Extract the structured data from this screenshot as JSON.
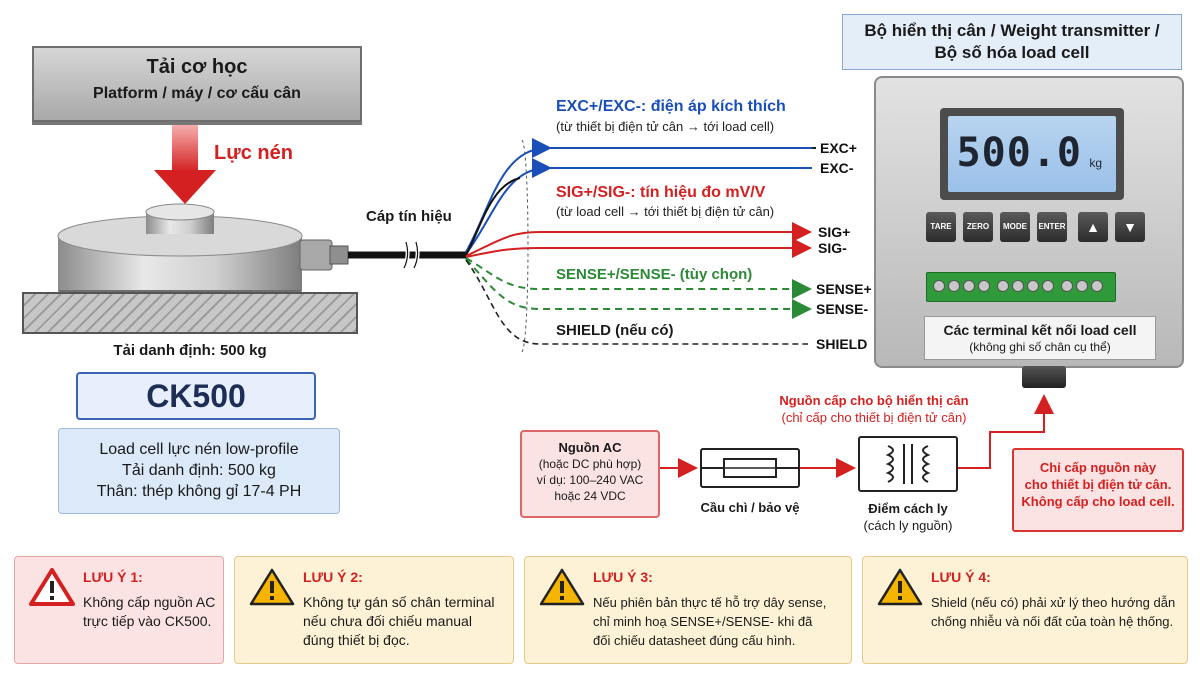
{
  "load": {
    "title": "Tải cơ học",
    "subtitle": "Platform / máy / cơ cấu cân",
    "force_label": "Lực nén",
    "rated_text": "Tải danh định: 500 kg"
  },
  "loadcell": {
    "model": "CK500",
    "desc_lines": [
      "Load cell lực nén low-profile",
      "Tải danh định: 500 kg",
      "Thân: thép không gỉ 17-4 PH"
    ]
  },
  "cable": {
    "label": "Cáp tín hiệu"
  },
  "signals": {
    "exc": {
      "title": "EXC+/EXC-: điện áp kích thích",
      "sub": "(từ thiết bị điện tử cân → tới load cell)",
      "pins": [
        "EXC+",
        "EXC-"
      ],
      "color": "#1a4fb8"
    },
    "sig": {
      "title": "SIG+/SIG-: tín hiệu đo mV/V",
      "sub": "(từ load cell → tới thiết bị điện tử cân)",
      "pins": [
        "SIG+",
        "SIG-"
      ],
      "color": "#d42020"
    },
    "sense": {
      "title": "SENSE+/SENSE- (tùy chọn)",
      "pins": [
        "SENSE+",
        "SENSE-"
      ],
      "color": "#2a8a36"
    },
    "shield": {
      "title": "SHIELD (nếu có)",
      "pin": "SHIELD",
      "color": "#222222"
    }
  },
  "device": {
    "title_line1": "Bộ hiển thị cân / Weight transmitter /",
    "title_line2": "Bộ số hóa load cell",
    "display_value": "500.0",
    "display_unit": "kg",
    "buttons": [
      "TARE",
      "ZERO",
      "MODE",
      "ENTER",
      "▲",
      "▼"
    ],
    "terminal_title": "Các terminal kết nối load cell",
    "terminal_sub": "(không ghi số chân cụ thể)"
  },
  "power": {
    "label_bold": "Nguồn cấp cho bộ hiển thị cân",
    "label_sub": "(chỉ cấp cho thiết bị điện tử cân)",
    "ac_title": "Nguồn AC",
    "ac_lines": [
      "(hoặc DC phù hợp)",
      "ví dụ: 100–240 VAC",
      "hoặc 24 VDC"
    ],
    "fuse_label": "Cầu chì / bảo vệ",
    "iso_label": "Điểm cách ly",
    "iso_sub": "(cách ly nguồn)",
    "warning_lines": [
      "Chỉ cấp nguồn này",
      "cho thiết bị điện tử cân.",
      "Không cấp cho load cell."
    ]
  },
  "notes": [
    {
      "title": "LƯU Ý 1:",
      "lines": [
        "Không cấp nguồn AC",
        "trực tiếp vào CK500."
      ]
    },
    {
      "title": "LƯU Ý 2:",
      "lines": [
        "Không tự gán số chân terminal",
        "nếu chưa đối chiếu manual",
        "đúng thiết bị đọc."
      ]
    },
    {
      "title": "LƯU Ý 3:",
      "lines": [
        "Nếu phiên bản thực tế hỗ trợ dây sense,",
        "chỉ minh hoạ SENSE+/SENSE- khi đã",
        "đối chiếu datasheet đúng cấu hình."
      ]
    },
    {
      "title": "LƯU Ý 4:",
      "lines": [
        "Shield (nếu có) phải xử lý theo hướng dẫn",
        "chống nhiễu và nối đất của toàn hệ thống."
      ]
    }
  ]
}
